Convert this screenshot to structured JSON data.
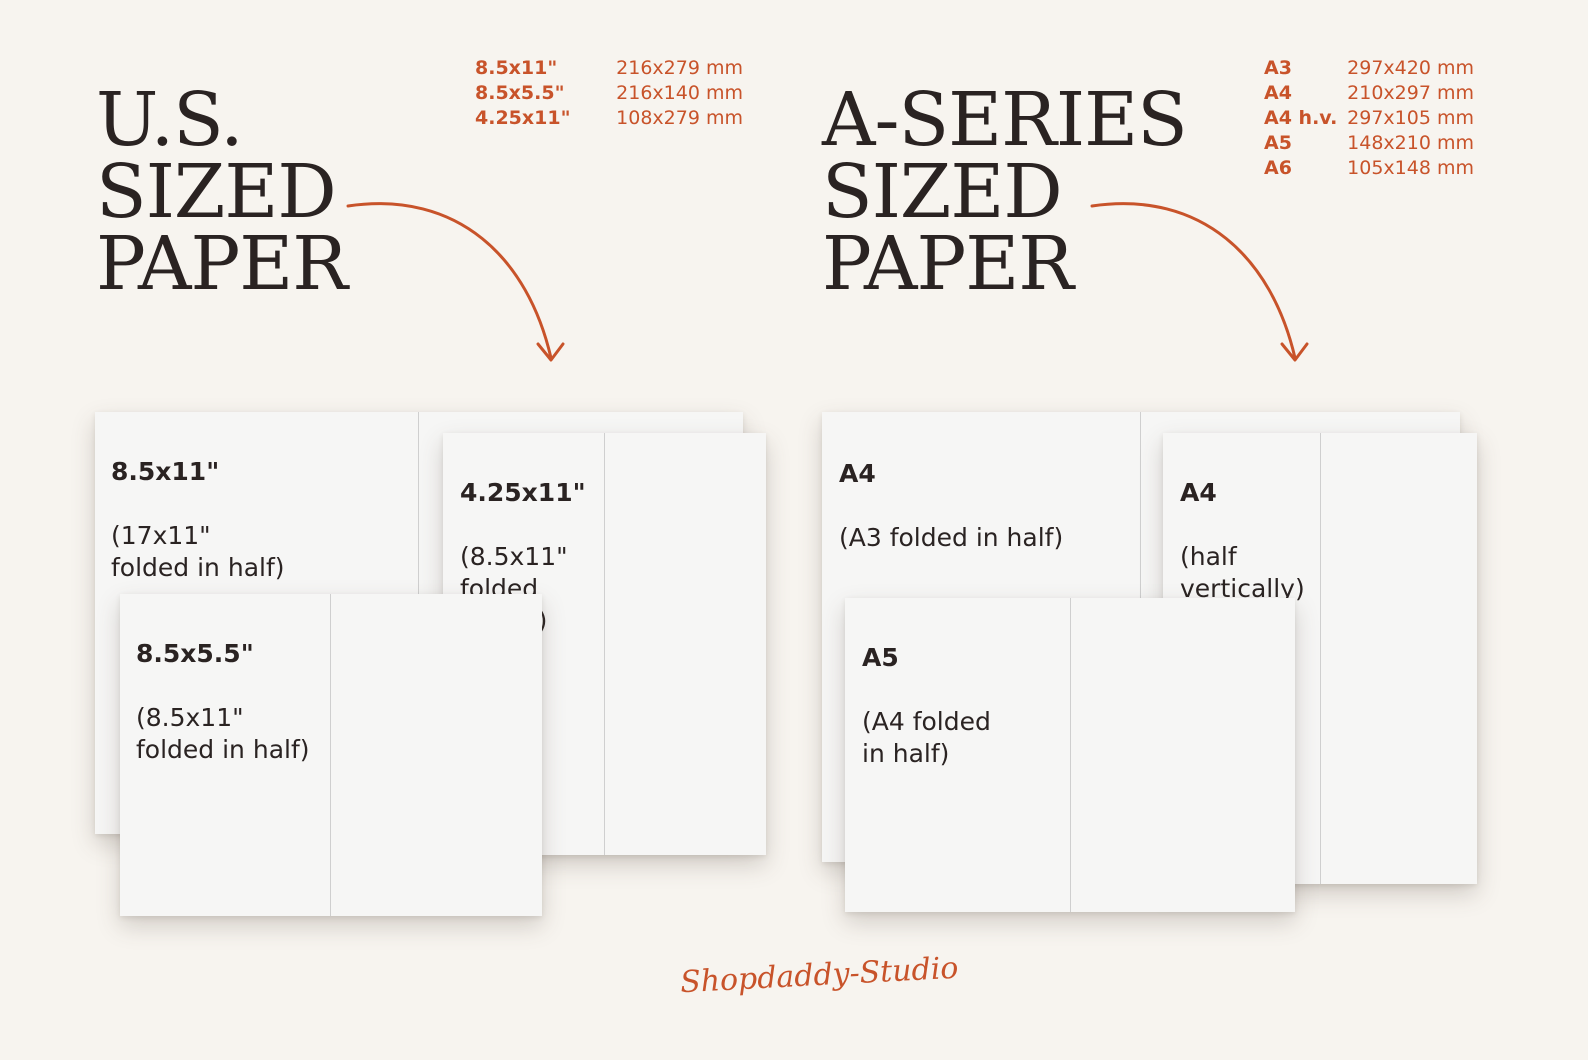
{
  "us": {
    "headline": "U.S.\nSIZED\nPAPER",
    "specs": [
      {
        "key": "8.5x11\"",
        "value": "216x279 mm"
      },
      {
        "key": "8.5x5.5\"",
        "value": "216x140 mm"
      },
      {
        "key": "4.25x11\"",
        "value": "108x279 mm"
      }
    ],
    "sheets": {
      "letter": {
        "title": "8.5x11\"",
        "desc": "(17x11\"\nfolded in half)"
      },
      "quarter_vertical": {
        "title": "4.25x11\"",
        "desc": "(8.5x11\"\nfolded\nin half)"
      },
      "half_letter": {
        "title": "8.5x5.5\"",
        "desc": "(8.5x11\"\nfolded in half)"
      }
    }
  },
  "a_series": {
    "headline": "A-SERIES\nSIZED\nPAPER",
    "specs": [
      {
        "key": "A3",
        "value": "297x420 mm"
      },
      {
        "key": "A4",
        "value": "210x297 mm"
      },
      {
        "key": "A4 h.v.",
        "value": "297x105 mm"
      },
      {
        "key": "A5",
        "value": "148x210 mm"
      },
      {
        "key": "A6",
        "value": "105x148 mm"
      }
    ],
    "sheets": {
      "a4": {
        "title": "A4",
        "desc": "(A3 folded in half)"
      },
      "a4_half_vertical": {
        "title": "A4",
        "desc": "(half\nvertically)"
      },
      "a5": {
        "title": "A5",
        "desc": "(A4 folded\nin half)"
      }
    }
  },
  "signature": "Shopdaddy-Studio",
  "colors": {
    "background": "#f7f4ef",
    "accent": "#c8532a",
    "text": "#2a2322",
    "sheet": "#f6f6f5"
  }
}
